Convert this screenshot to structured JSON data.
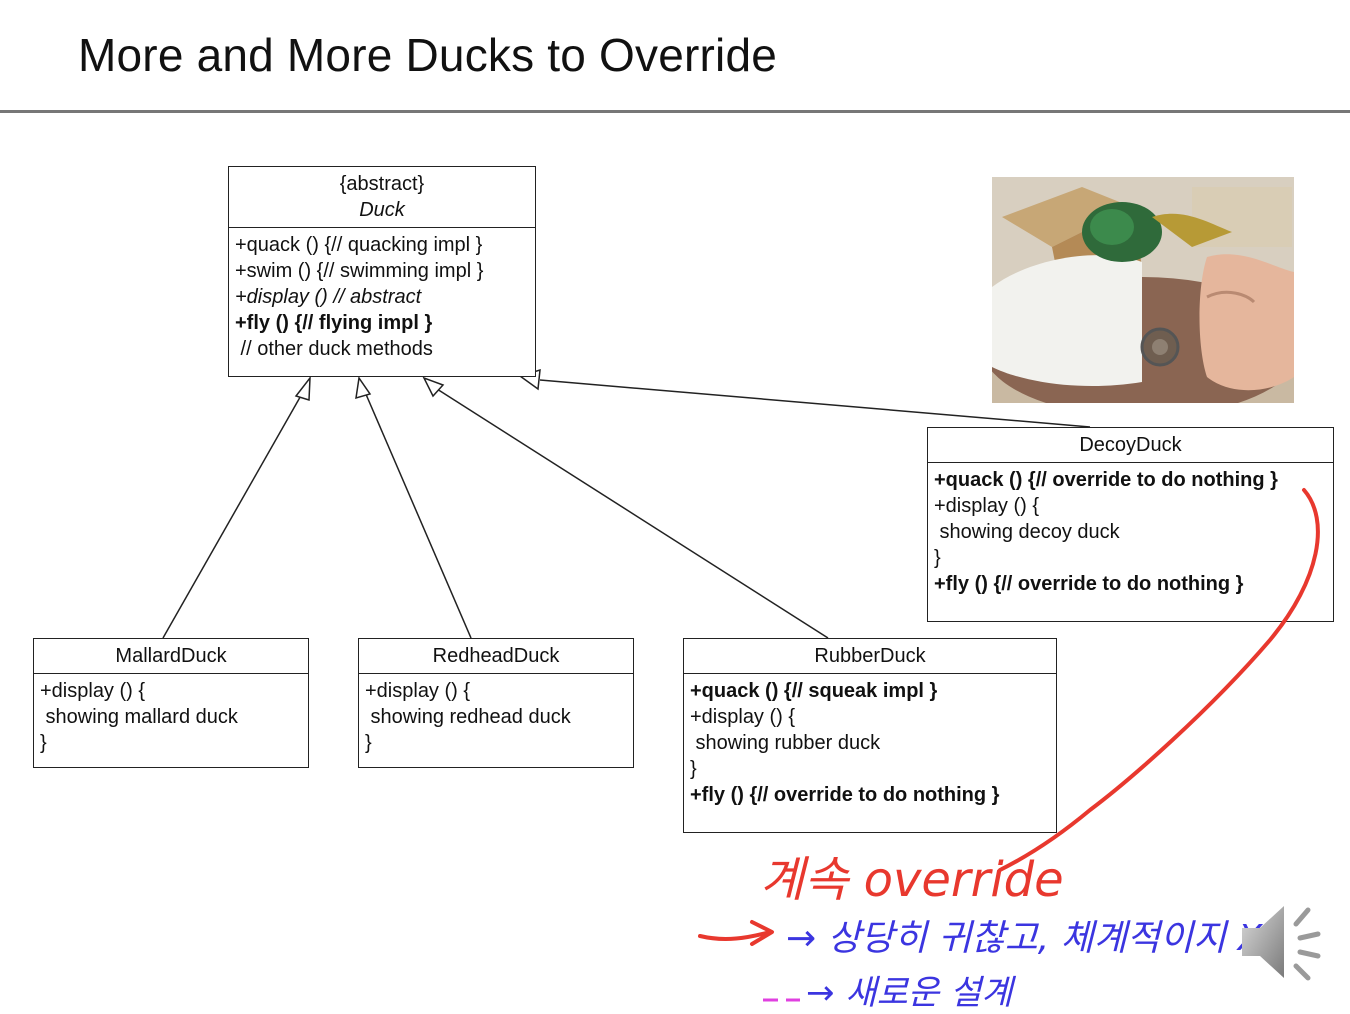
{
  "slide": {
    "title": "More and More Ducks to Override"
  },
  "classes": {
    "duck": {
      "stereotype": "{abstract}",
      "name": "Duck",
      "members": [
        {
          "text": "+quack () {// quacking impl }",
          "style": "normal"
        },
        {
          "text": "+swim () {// swimming impl }",
          "style": "normal"
        },
        {
          "text": "+display () // abstract",
          "style": "italic"
        },
        {
          "text": "+fly () {// flying impl }",
          "style": "bold"
        },
        {
          "text": " // other duck methods",
          "style": "normal"
        }
      ]
    },
    "mallard": {
      "name": "MallardDuck",
      "members": [
        "+display () {",
        " showing mallard duck",
        "}"
      ]
    },
    "redhead": {
      "name": "RedheadDuck",
      "members": [
        "+display () {",
        " showing redhead duck",
        "}"
      ]
    },
    "rubber": {
      "name": "RubberDuck",
      "members": [
        {
          "text": "+quack () {// squeak impl }",
          "style": "bold"
        },
        {
          "text": "+display () {",
          "style": "normal"
        },
        {
          "text": " showing rubber duck",
          "style": "normal"
        },
        {
          "text": "}",
          "style": "normal"
        },
        {
          "text": "+fly () {// override to do nothing }",
          "style": "bold"
        }
      ]
    },
    "decoy": {
      "name": "DecoyDuck",
      "members": [
        {
          "text": "+quack () {// override to do nothing }",
          "style": "bold"
        },
        {
          "text": "+display () {",
          "style": "normal"
        },
        {
          "text": " showing decoy duck",
          "style": "normal"
        },
        {
          "text": "}",
          "style": "normal"
        },
        {
          "text": "+fly () {// override to do nothing }",
          "style": "bold"
        }
      ]
    }
  },
  "annotations": {
    "handwritten_line1": "계속 override",
    "handwritten_line2": "→ 상당히 귀찮고, 체계적이지 X",
    "handwritten_line3": "→ 새로운 설계",
    "colors": {
      "red": "#e8382e",
      "blue": "#3b35e0",
      "magenta": "#e040e0"
    }
  },
  "icons": {
    "photo": "decoy-duck-photo",
    "speaker": "speaker-icon"
  }
}
